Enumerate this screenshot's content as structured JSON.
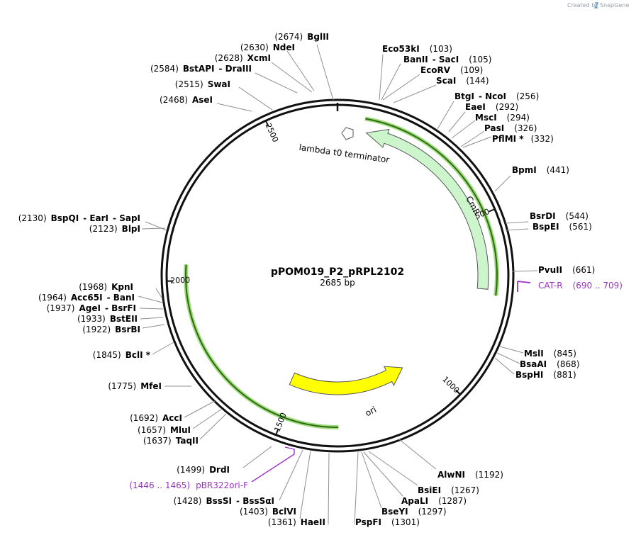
{
  "branding": {
    "created_by": "Created by",
    "app": "SnapGene"
  },
  "plasmid": {
    "name": "pPOM019_P2_pRPL2102",
    "length_label": "2685 bp",
    "length": 2685
  },
  "ticks": [
    "500",
    "1000",
    "1500",
    "2000",
    "2500"
  ],
  "features": [
    {
      "name": "lambda t0 terminator",
      "type": "terminator",
      "color": "#ffffff"
    },
    {
      "name": "CmR",
      "type": "CDS",
      "color": "#ccf5cc"
    },
    {
      "name": "ori",
      "type": "rep_origin",
      "color": "#ffff00"
    }
  ],
  "primers": [
    {
      "name": "CAT-R",
      "range": "(690 .. 709)",
      "color": "#9b30c9"
    },
    {
      "name": "pBR322ori-F",
      "range": "(1446 .. 1465)",
      "color": "#9b30c9"
    }
  ],
  "enzymes": [
    {
      "name": "BglII",
      "pos": "(2674)"
    },
    {
      "name": "NdeI",
      "pos": "(2630)"
    },
    {
      "name": "XcmI",
      "pos": "(2628)"
    },
    {
      "name": "BstAPI",
      "alt": "DraIII",
      "pos": "(2584)"
    },
    {
      "name": "SwaI",
      "pos": "(2515)"
    },
    {
      "name": "AseI",
      "pos": "(2468)"
    },
    {
      "name": "Eco53kI",
      "pos": "(103)"
    },
    {
      "name": "BanII",
      "alt": "SacI",
      "pos": "(105)"
    },
    {
      "name": "EcoRV",
      "pos": "(109)"
    },
    {
      "name": "ScaI",
      "pos": "(144)"
    },
    {
      "name": "BtgI",
      "alt": "NcoI",
      "pos": "(256)"
    },
    {
      "name": "EaeI",
      "pos": "(292)"
    },
    {
      "name": "MscI",
      "pos": "(294)"
    },
    {
      "name": "PasI",
      "pos": "(326)"
    },
    {
      "name": "PflMI *",
      "pos": "(332)"
    },
    {
      "name": "BpmI",
      "pos": "(441)"
    },
    {
      "name": "BsrDI",
      "pos": "(544)"
    },
    {
      "name": "BspEI",
      "pos": "(561)"
    },
    {
      "name": "PvuII",
      "pos": "(661)"
    },
    {
      "name": "MslI",
      "pos": "(845)"
    },
    {
      "name": "BsaAI",
      "pos": "(868)"
    },
    {
      "name": "BspHI",
      "pos": "(881)"
    },
    {
      "name": "AlwNI",
      "pos": "(1192)"
    },
    {
      "name": "BsiEI",
      "pos": "(1267)"
    },
    {
      "name": "ApaLI",
      "pos": "(1287)"
    },
    {
      "name": "BseYI",
      "pos": "(1297)"
    },
    {
      "name": "PspFI",
      "pos": "(1301)"
    },
    {
      "name": "HaeII",
      "pos": "(1361)"
    },
    {
      "name": "BclVI",
      "pos": "(1403)"
    },
    {
      "name": "BssSI",
      "alt": "BssSαI",
      "pos": "(1428)"
    },
    {
      "name": "DrdI",
      "pos": "(1499)"
    },
    {
      "name": "TaqII",
      "pos": "(1637)"
    },
    {
      "name": "MluI",
      "pos": "(1657)"
    },
    {
      "name": "AccI",
      "pos": "(1692)"
    },
    {
      "name": "MfeI",
      "pos": "(1775)"
    },
    {
      "name": "BclI *",
      "pos": "(1845)"
    },
    {
      "name": "BsrBI",
      "pos": "(1922)"
    },
    {
      "name": "BstEII",
      "pos": "(1933)"
    },
    {
      "name": "AgeI",
      "alt": "BsrFI",
      "pos": "(1937)"
    },
    {
      "name": "Acc65I",
      "alt": "BanI",
      "pos": "(1964)"
    },
    {
      "name": "KpnI",
      "pos": "(1968)"
    },
    {
      "name": "BspQI",
      "alt": "EarI",
      "alt2": "SapI",
      "pos": "(2130)"
    },
    {
      "name": "BlpI",
      "pos": "(2123)"
    }
  ]
}
